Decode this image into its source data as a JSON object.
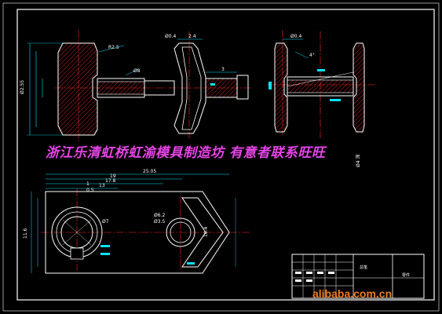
{
  "banner_text": "浙江乐清虹桥虹渝模具制造坊 有意者联系旺旺",
  "watermark": "alibaba.com.cn",
  "dimensions": {
    "top_left_radius": "R2.5",
    "top_left_phi": "Ø2.55",
    "top_left_1": "Ø8",
    "mid_phi": "Ø0.4",
    "mid_width": "2.4",
    "mid_right": "3",
    "right_phi": "Ø0.4",
    "right_angle": "4°",
    "bottom_total": "25.05",
    "bottom_19": "19",
    "bottom_17": "17.8",
    "bottom_13": "13",
    "bottom_1": "1",
    "bottom_05": "0.5",
    "bottom_phi7": "Ø7",
    "bottom_phi62": "Ø6.2",
    "bottom_phi35": "Ø3.5",
    "bottom_height": "10.4",
    "bottom_left_h": "11.6"
  },
  "side_note": "Ø4 深",
  "title_block": {
    "name": "总笔",
    "part": "零件"
  },
  "colors": {
    "background": "#000000",
    "frame": "#ffffff",
    "outline": "#ffffff",
    "dimension": "#00e5ff",
    "center": "#ff2a2a",
    "hatch": "#ff2a2a",
    "banner": "#e844e8",
    "watermark": "#f07b1e"
  }
}
